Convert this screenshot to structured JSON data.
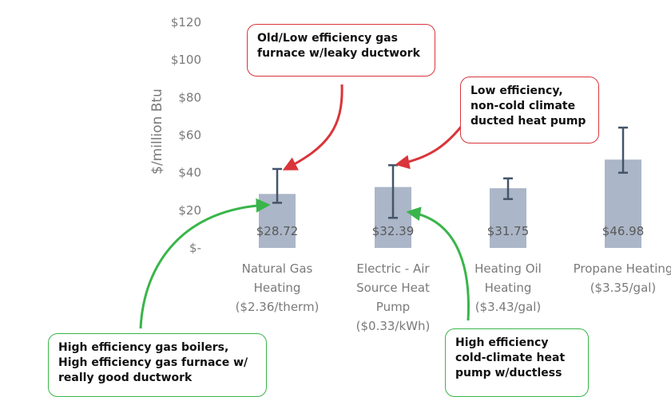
{
  "chart_data": {
    "type": "bar",
    "ylabel": "$/million Btu",
    "ylim": [
      0,
      120
    ],
    "yticks": [
      0,
      20,
      40,
      60,
      80,
      100,
      120
    ],
    "ytick_labels": [
      "$-",
      "$20",
      "$40",
      "$60",
      "$80",
      "$100",
      "$120"
    ],
    "categories": [
      [
        "Natural Gas",
        "Heating",
        "($2.36/therm)"
      ],
      [
        "Electric - Air",
        "Source Heat",
        "Pump",
        "($0.33/kWh)"
      ],
      [
        "Heating Oil",
        "Heating",
        "($3.43/gal)"
      ],
      [
        "Propane Heating",
        "($3.35/gal)"
      ]
    ],
    "values": [
      28.72,
      32.39,
      31.75,
      46.98
    ],
    "data_labels": [
      "$28.72",
      "$32.39",
      "$31.75",
      "$46.98"
    ],
    "error_low": [
      24,
      16,
      26,
      40
    ],
    "error_high": [
      42,
      44,
      37,
      64
    ],
    "bar_color": "#abb6c8",
    "error_color": "#44546a",
    "grid": false,
    "annotations": [
      {
        "lines": [
          "Old/Low efficiency gas",
          "furnace w/leaky ductwork"
        ],
        "color": "#d9353b"
      },
      {
        "lines": [
          "Low efficiency,",
          "non-cold climate",
          "ducted heat pump"
        ],
        "color": "#d9353b"
      },
      {
        "lines": [
          "High efficiency gas boilers,",
          "High efficiency gas furnace w/",
          "really good ductwork"
        ],
        "color": "#39b54a"
      },
      {
        "lines": [
          "High efficiency",
          "cold-climate heat",
          "pump w/ductless"
        ],
        "color": "#39b54a"
      }
    ]
  }
}
